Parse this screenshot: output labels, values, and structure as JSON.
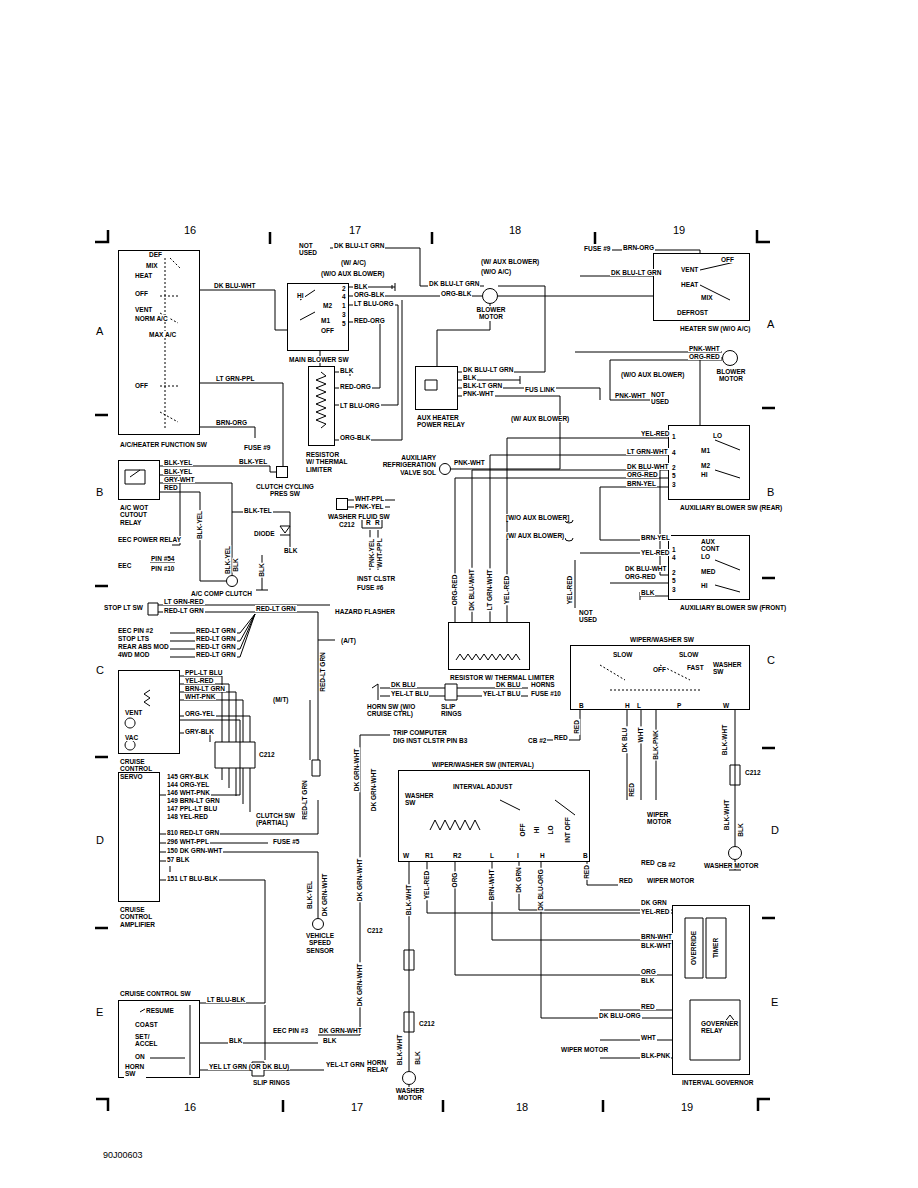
{
  "diagram": {
    "nodes": [
      {
        "text": [
          "A/C/HEATER FUNCTION SW"
        ]
      },
      {
        "text": [
          "MAIN BLOWER SW"
        ]
      },
      {
        "text": [
          "BLOWER MOTOR"
        ]
      },
      {
        "text": [
          "HEATER SW (W/O A/C)"
        ]
      },
      {
        "text": [
          "BLOWER MOTOR"
        ]
      },
      {
        "text": [
          "RESISTOR W/ THERMAL LIMITER"
        ]
      },
      {
        "text": [
          "AUX HEATER POWER RELAY"
        ]
      },
      {
        "text": [
          "AUXILIARY BLOWER SW (REAR)"
        ]
      },
      {
        "text": [
          "A/C WOT CUTOUT RELAY"
        ]
      },
      {
        "text": [
          "CLUTCH CYCLING PRES SW"
        ]
      },
      {
        "text": [
          "AUXILIARY REFRIGERATION VALVE SOL"
        ]
      },
      {
        "text": [
          "WASHER FLUID SW"
        ]
      },
      {
        "text": [
          "A/C COMP CLUTCH"
        ]
      },
      {
        "text": [
          "AUXILIARY BLOWER SW (FRONT)"
        ]
      },
      {
        "text": [
          "RESISTOR W/ THERMAL LIMITER"
        ]
      },
      {
        "text": [
          "WIPER/WASHER SW"
        ]
      },
      {
        "text": [
          "CRUISE CONTROL SERVO"
        ]
      },
      {
        "text": [
          "CRUISE CONTROL AMPLIFIER"
        ]
      },
      {
        "text": [
          "WIPER/WASHER SW (INTERVAL)"
        ]
      },
      {
        "text": [
          "WASHER MOTOR"
        ]
      },
      {
        "text": [
          "INTERVAL GOVERNOR"
        ]
      },
      {
        "text": [
          "VEHICLE SPEED SENSOR"
        ]
      },
      {
        "text": [
          "CRUISE CONTROL SW"
        ]
      },
      {
        "text": [
          "WASHER MOTOR"
        ]
      }
    ],
    "edges": [
      {
        "from": 1,
        "to": 2,
        "arrow": "none"
      },
      {
        "from": 1,
        "to": 5,
        "arrow": "none"
      },
      {
        "from": 0,
        "to": 1,
        "arrow": "none"
      },
      {
        "from": 6,
        "to": 2,
        "arrow": "none"
      },
      {
        "from": 3,
        "to": 2,
        "arrow": "none"
      },
      {
        "from": 7,
        "to": 4,
        "arrow": "none"
      },
      {
        "from": 13,
        "to": 7,
        "arrow": "none"
      },
      {
        "from": 14,
        "to": 7,
        "arrow": "none"
      },
      {
        "from": 8,
        "to": 12,
        "arrow": "none"
      },
      {
        "from": 16,
        "to": 17,
        "arrow": "none"
      },
      {
        "from": 22,
        "to": 17,
        "arrow": "none"
      },
      {
        "from": 21,
        "to": 17,
        "arrow": "none"
      },
      {
        "from": 18,
        "to": 20,
        "arrow": "none"
      },
      {
        "from": 18,
        "to": 23,
        "arrow": "none"
      },
      {
        "from": 15,
        "to": 19,
        "arrow": "none"
      },
      {
        "from": 8,
        "to": 9,
        "arrow": "none"
      }
    ],
    "labels": [
      "16",
      "17",
      "18",
      "19",
      "A",
      "A",
      "B",
      "B",
      "C",
      "C",
      "D",
      "D",
      "E",
      "E",
      "16",
      "17",
      "18",
      "19",
      "90J00603",
      "DEF",
      "MIX",
      "HEAT",
      "OFF",
      "VENT",
      "NORM A/C",
      "MAX A/C",
      "OFF",
      "DK BLU-WHT",
      "LT GRN-PPL",
      "BRN-ORG",
      "FUSE #9",
      "NOT USED",
      "DK BLU-LT GRN",
      "(W/ A/C)",
      "(W/O AUX BLOWER)",
      "HI",
      "M2",
      "M1",
      "OFF",
      "2",
      "4",
      "1",
      "3",
      "5",
      "BLK",
      "ORG-BLK",
      "LT BLU-ORG",
      "RED-ORG",
      "BLK",
      "RED-ORG",
      "LT BLU-ORG",
      "ORG-BLK",
      "(W/ AUX BLOWER)",
      "(W/O A/C)",
      "DK BLU-LT GRN",
      "ORG-BLK",
      "DK BLU-LT GRN",
      "BLK",
      "BLK-LT GRN",
      "PNK-WHT",
      "FUS LINK",
      "FUSE #9",
      "BRN-ORG",
      "DK BLU-LT GRN",
      "OFF",
      "VENT",
      "HEAT",
      "MIX",
      "DEFROST",
      "PNK-WHT",
      "ORG-RED",
      "(W/O AUX BLOWER)",
      "PNK-WHT",
      "NOT USED",
      "(W/ AUX BLOWER)",
      "LO",
      "M1",
      "M2",
      "HI",
      "1",
      "4",
      "2",
      "5",
      "3",
      "YEL-RED",
      "LT GRN-WHT",
      "DK BLU-WHT",
      "ORG-RED",
      "BRN-YEL",
      "PNK-WHT",
      "[W/O AUX BLOWER]",
      "(W/ AUX BLOWER)",
      "AUX CONT",
      "LO",
      "MED",
      "HI",
      "1",
      "4",
      "2",
      "5",
      "3",
      "BRN-YEL",
      "YEL-RED",
      "DK BLU-WHT",
      "ORG-RED",
      "BLK",
      "NOT USED",
      "ORG-RED",
      "DK BLU-WHT",
      "LT GRN-WHT",
      "YEL-RED",
      "YEL-RED",
      "WHT-PPL",
      "PNK-YEL",
      "C212",
      "R",
      "R",
      "PNK-YEL",
      "WHT-PPL",
      "INST CLSTR",
      "FUSE #6",
      "BLK-YEL",
      "BLK-YEL",
      "GRY-WHT",
      "RED",
      "BLK-YEL",
      "BLK-TEL",
      "DIODE",
      "BLK",
      "EEC POWER RELAY",
      "BLK-YEL",
      "EEC",
      "PIN #54",
      "PIN #10",
      "BLK-YEL",
      "BLK",
      "BLK",
      "LT GRN-RED",
      "RED-LT GRN",
      "STOP LT SW",
      "RED-LT GRN",
      "HAZARD FLASHER",
      "EEC PIN #2",
      "STOP LTS",
      "REAR ABS MOD",
      "4WD MOD",
      "RED-LT GRN",
      "RED-LT GRN",
      "RED-LT GRN",
      "RED-LT GRN",
      "(A/T)",
      "RED-LT GRN",
      "(M/T)",
      "RED-LT GRN",
      "CLUTCH SW (PARTIAL)",
      "PPL-LT BLU",
      "YEL-RED",
      "BRN-LT GRN",
      "WHT-PNK",
      "ORG-YEL",
      "GRY-BLK",
      "VENT",
      "VAC",
      "C212",
      "145 GRY-BLK",
      "144 ORG-YEL",
      "146 WHT-PNK",
      "149 BRN-LT GRN",
      "147 PPL-LT BLU",
      "148 YEL-RED",
      "810 RED-LT GRN",
      "296 WHT-PPL",
      "150 DK GRN-WHT",
      "57 BLK",
      "151 LT BLU-BLK",
      "FUSE #5",
      "DK BLU",
      "YEL-LT BLU",
      "HORN SW (W/O CRUISE CTRL)",
      "SLIP RINGS",
      "DK BLU",
      "YEL-LT BLU",
      "HORNS",
      "FUSE #10",
      "TRIP COMPUTER",
      "DIG INST CLSTR PIN B3",
      "DK GRN-WHT",
      "DK GRN-WHT",
      "CB #2",
      "RED",
      "SLOW",
      "SLOW",
      "OFF",
      "FAST",
      "WASHER SW",
      "B",
      "H",
      "L",
      "P",
      "W",
      "RED",
      "DK BLU",
      "WHT",
      "BLK-PNK",
      "BLK-WHT",
      "RED",
      "WIPER MOTOR",
      "C212",
      "BLK-WHT",
      "BLK",
      "WASHER SW",
      "INTERVAL ADJUST",
      "OFF",
      "HI",
      "LO",
      "INT OFF",
      "W",
      "R1",
      "R2",
      "L",
      "I",
      "H",
      "B",
      "BLK-WHT",
      "YEL-RED",
      "ORG",
      "BRN-WHT",
      "DK GRN",
      "DK BLU-ORG",
      "RED",
      "RED",
      "CB #2",
      "RED",
      "WIPER MOTOR",
      "DK GRN",
      "YEL-RED",
      "BRN-WHT",
      "BLK-WHT",
      "ORG",
      "BLK",
      "RED",
      "DK BLU-ORG",
      "WIPER MOTOR",
      "WHT",
      "BLK-PNK",
      "OVERRIDE",
      "TIMER",
      "GOVERNER RELAY",
      "BLK-YEL",
      "DK GRN-WHT",
      "DK GRN-WHT",
      "C212",
      "DK GRN-WHT",
      "RESUME",
      "COAST",
      "SET/ ACCEL",
      "ON",
      "HORN SW",
      "LT BLU-BLK",
      "BLK",
      "BLK",
      "EEC PIN #3",
      "DK GRN-WHT",
      "YEL LT GRN (OR DK BLU)",
      "SLIP RINGS",
      "YEL-LT GRN",
      "HORN RELAY",
      "C212",
      "BLK-WHT",
      "BLK"
    ]
  }
}
